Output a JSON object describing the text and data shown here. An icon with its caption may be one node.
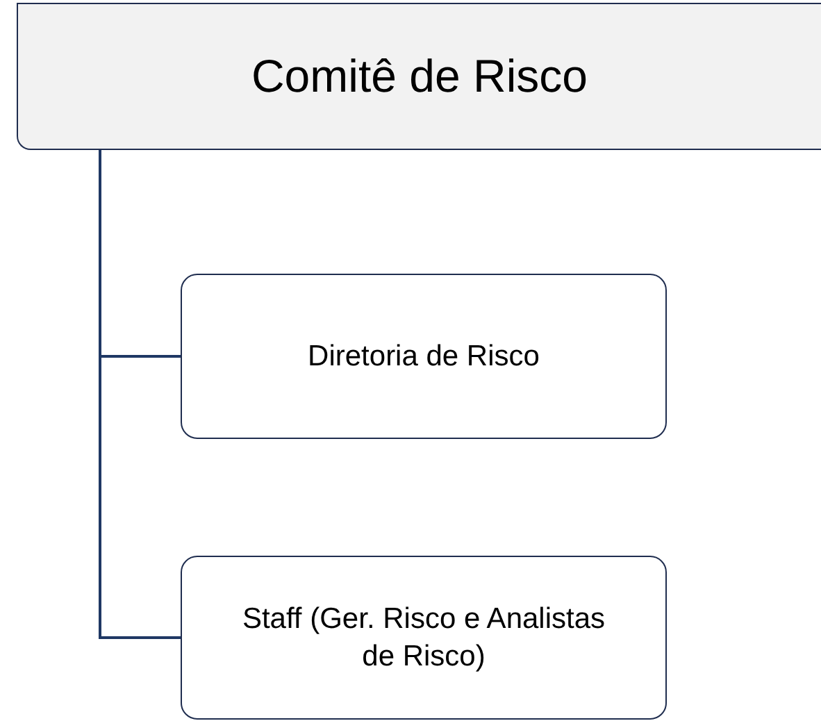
{
  "diagram": {
    "nodes": [
      {
        "text": [
          "Comitê de Risco"
        ]
      },
      {
        "text": [
          "Diretoria de Risco"
        ]
      },
      {
        "text": [
          "Staff (Ger. Risco e Analistas de Risco)"
        ]
      }
    ],
    "edges": [
      {
        "from": 0,
        "to": 1,
        "arrow": "none"
      },
      {
        "from": 0,
        "to": 2,
        "arrow": "none"
      }
    ]
  }
}
